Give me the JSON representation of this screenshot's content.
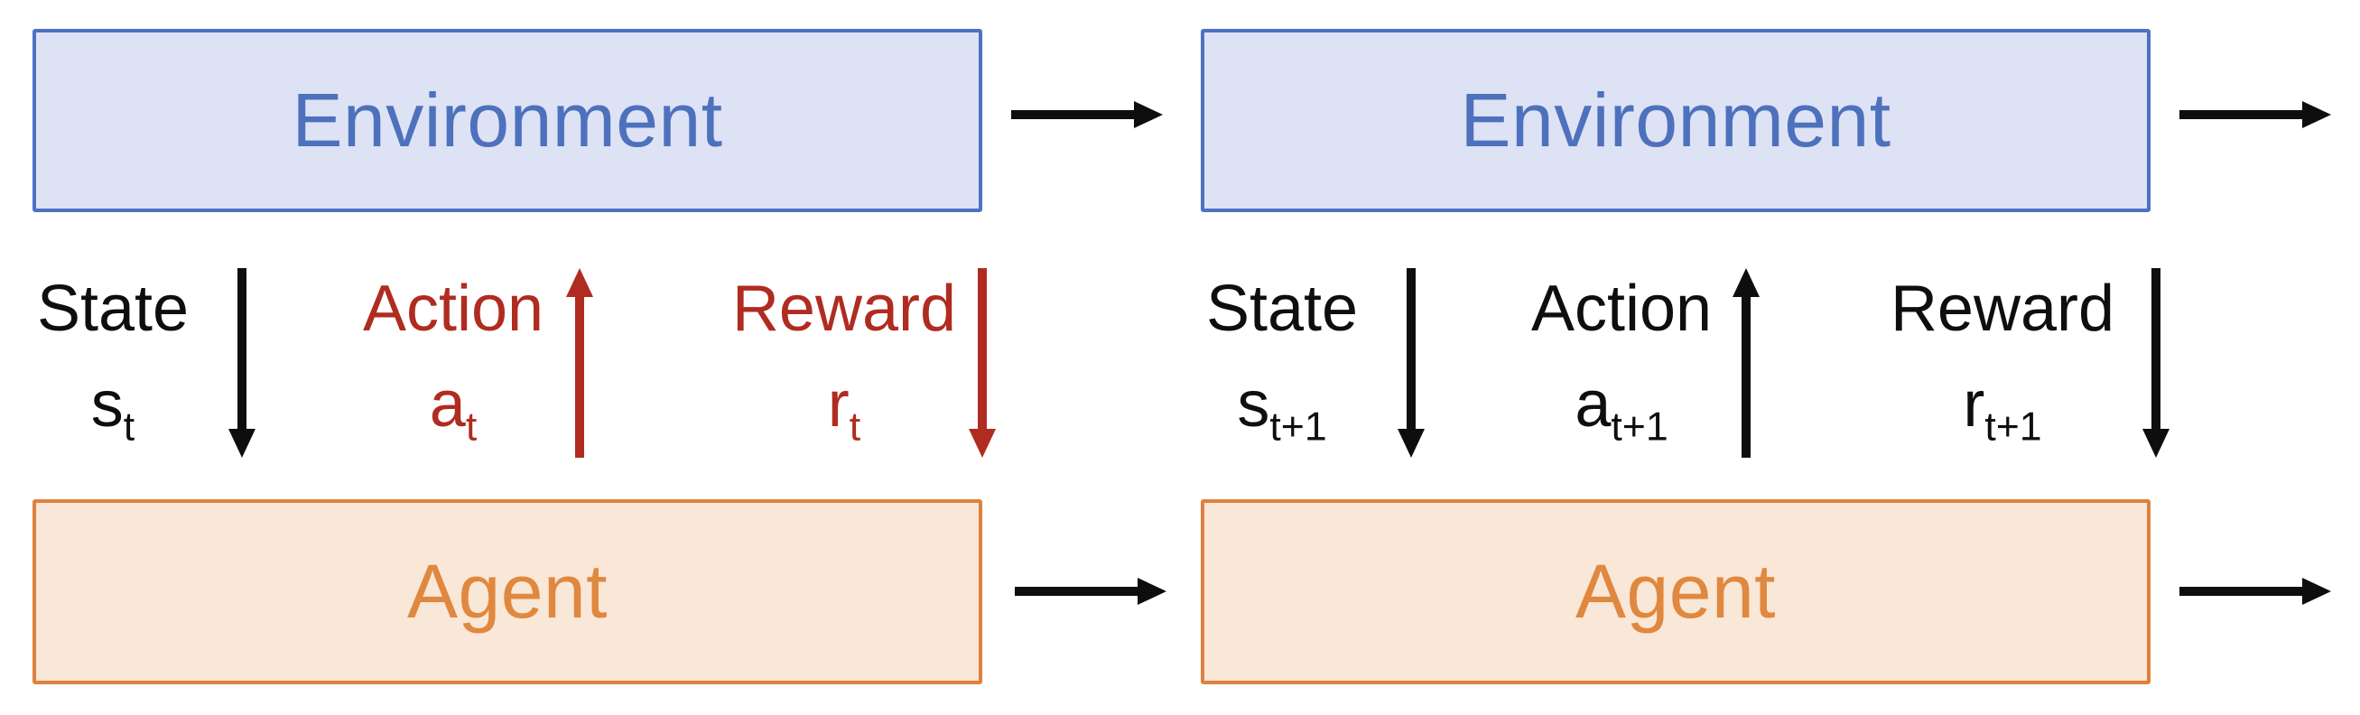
{
  "colors": {
    "background": "#FFFFFF",
    "blue-border": "#4C72C4",
    "blue-fill": "#DDE3F4",
    "blue-text": "#4E71BE",
    "orange-border": "#DE813E",
    "orange-fill": "#F9E7D8",
    "orange-text": "#E0883F",
    "red": "#B02B20",
    "black": "#0E0E0E"
  },
  "timestep_t": {
    "environment_label": "Environment",
    "agent_label": "Agent",
    "signals": [
      {
        "name": "state",
        "word": "State",
        "symbol": "s",
        "subscript": "t",
        "direction": "down",
        "color": "black"
      },
      {
        "name": "action",
        "word": "Action",
        "symbol": "a",
        "subscript": "t",
        "direction": "up",
        "color": "red"
      },
      {
        "name": "reward",
        "word": "Reward",
        "symbol": "r",
        "subscript": "t",
        "direction": "down",
        "color": "red"
      }
    ]
  },
  "timestep_t_plus_1": {
    "environment_label": "Environment",
    "agent_label": "Agent",
    "signals": [
      {
        "name": "state",
        "word": "State",
        "symbol": "s",
        "subscript": "t+1",
        "direction": "down",
        "color": "black"
      },
      {
        "name": "action",
        "word": "Action",
        "symbol": "a",
        "subscript": "t+1",
        "direction": "up",
        "color": "black"
      },
      {
        "name": "reward",
        "word": "Reward",
        "symbol": "r",
        "subscript": "t+1",
        "direction": "down",
        "color": "black"
      }
    ]
  }
}
